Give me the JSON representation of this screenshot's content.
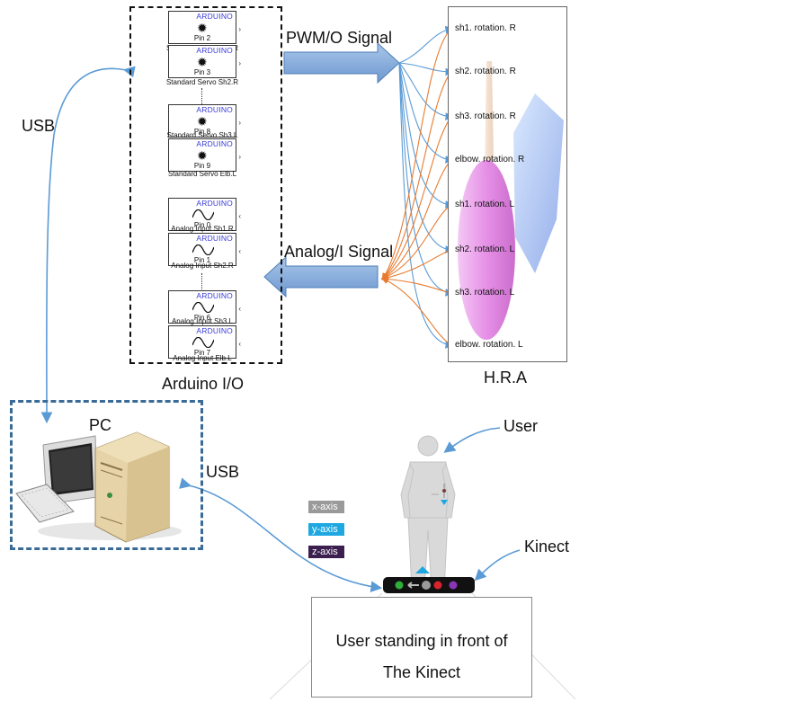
{
  "labels": {
    "pwm_signal": "PWM/O Signal",
    "analog_signal": "Analog/I Signal",
    "usb_top": "USB",
    "usb_bottom": "USB",
    "arduino_io": "Arduino I/O",
    "hra": "H.R.A",
    "pc": "PC",
    "user": "User",
    "kinect": "Kinect"
  },
  "servo_blocks": [
    {
      "brand": "ARDUINO",
      "pin": "Pin 2",
      "caption": "Standard Servo Sh1.R"
    },
    {
      "brand": "ARDUINO",
      "pin": "Pin 3",
      "caption": "Standard Servo Sh2.R"
    },
    {
      "brand": "ARDUINO",
      "pin": "Pin 8",
      "caption": "Standard Servo Sh3.L"
    },
    {
      "brand": "ARDUINO",
      "pin": "Pin 9",
      "caption": "Standard Servo Elb.L"
    }
  ],
  "analog_blocks": [
    {
      "brand": "ARDUINO",
      "pin": "Pin 0",
      "caption": "Analog Input Sh1.R"
    },
    {
      "brand": "ARDUINO",
      "pin": "Pin 1",
      "caption": "Analog Input Sh2.R"
    },
    {
      "brand": "ARDUINO",
      "pin": "Pin 6",
      "caption": "Analog Input Sh3.L"
    },
    {
      "brand": "ARDUINO",
      "pin": "Pin 7",
      "caption": "Analog Input Elb.L"
    }
  ],
  "hra_signals": [
    "sh1. rotation. R",
    "sh2. rotation. R",
    "sh3. rotation. R",
    "elbow. rotation. R",
    "sh1. rotation. L",
    "sh2. rotation. L",
    "sh3. rotation. L",
    "elbow. rotation. L"
  ],
  "axes": [
    {
      "label": "x-axis",
      "color": "#9a9a9a"
    },
    {
      "label": "y-axis",
      "color": "#1ea7e1"
    },
    {
      "label": "z-axis",
      "color": "#3b1f4f"
    }
  ],
  "stand_text": {
    "line1": "User standing in front of",
    "line2": "The Kinect"
  },
  "colors": {
    "usb_arrow": "#5b9bd5",
    "signal_arrow": "#8fb4e3",
    "analog_link": "#e87b2f",
    "pc_border": "#3a6a96"
  }
}
